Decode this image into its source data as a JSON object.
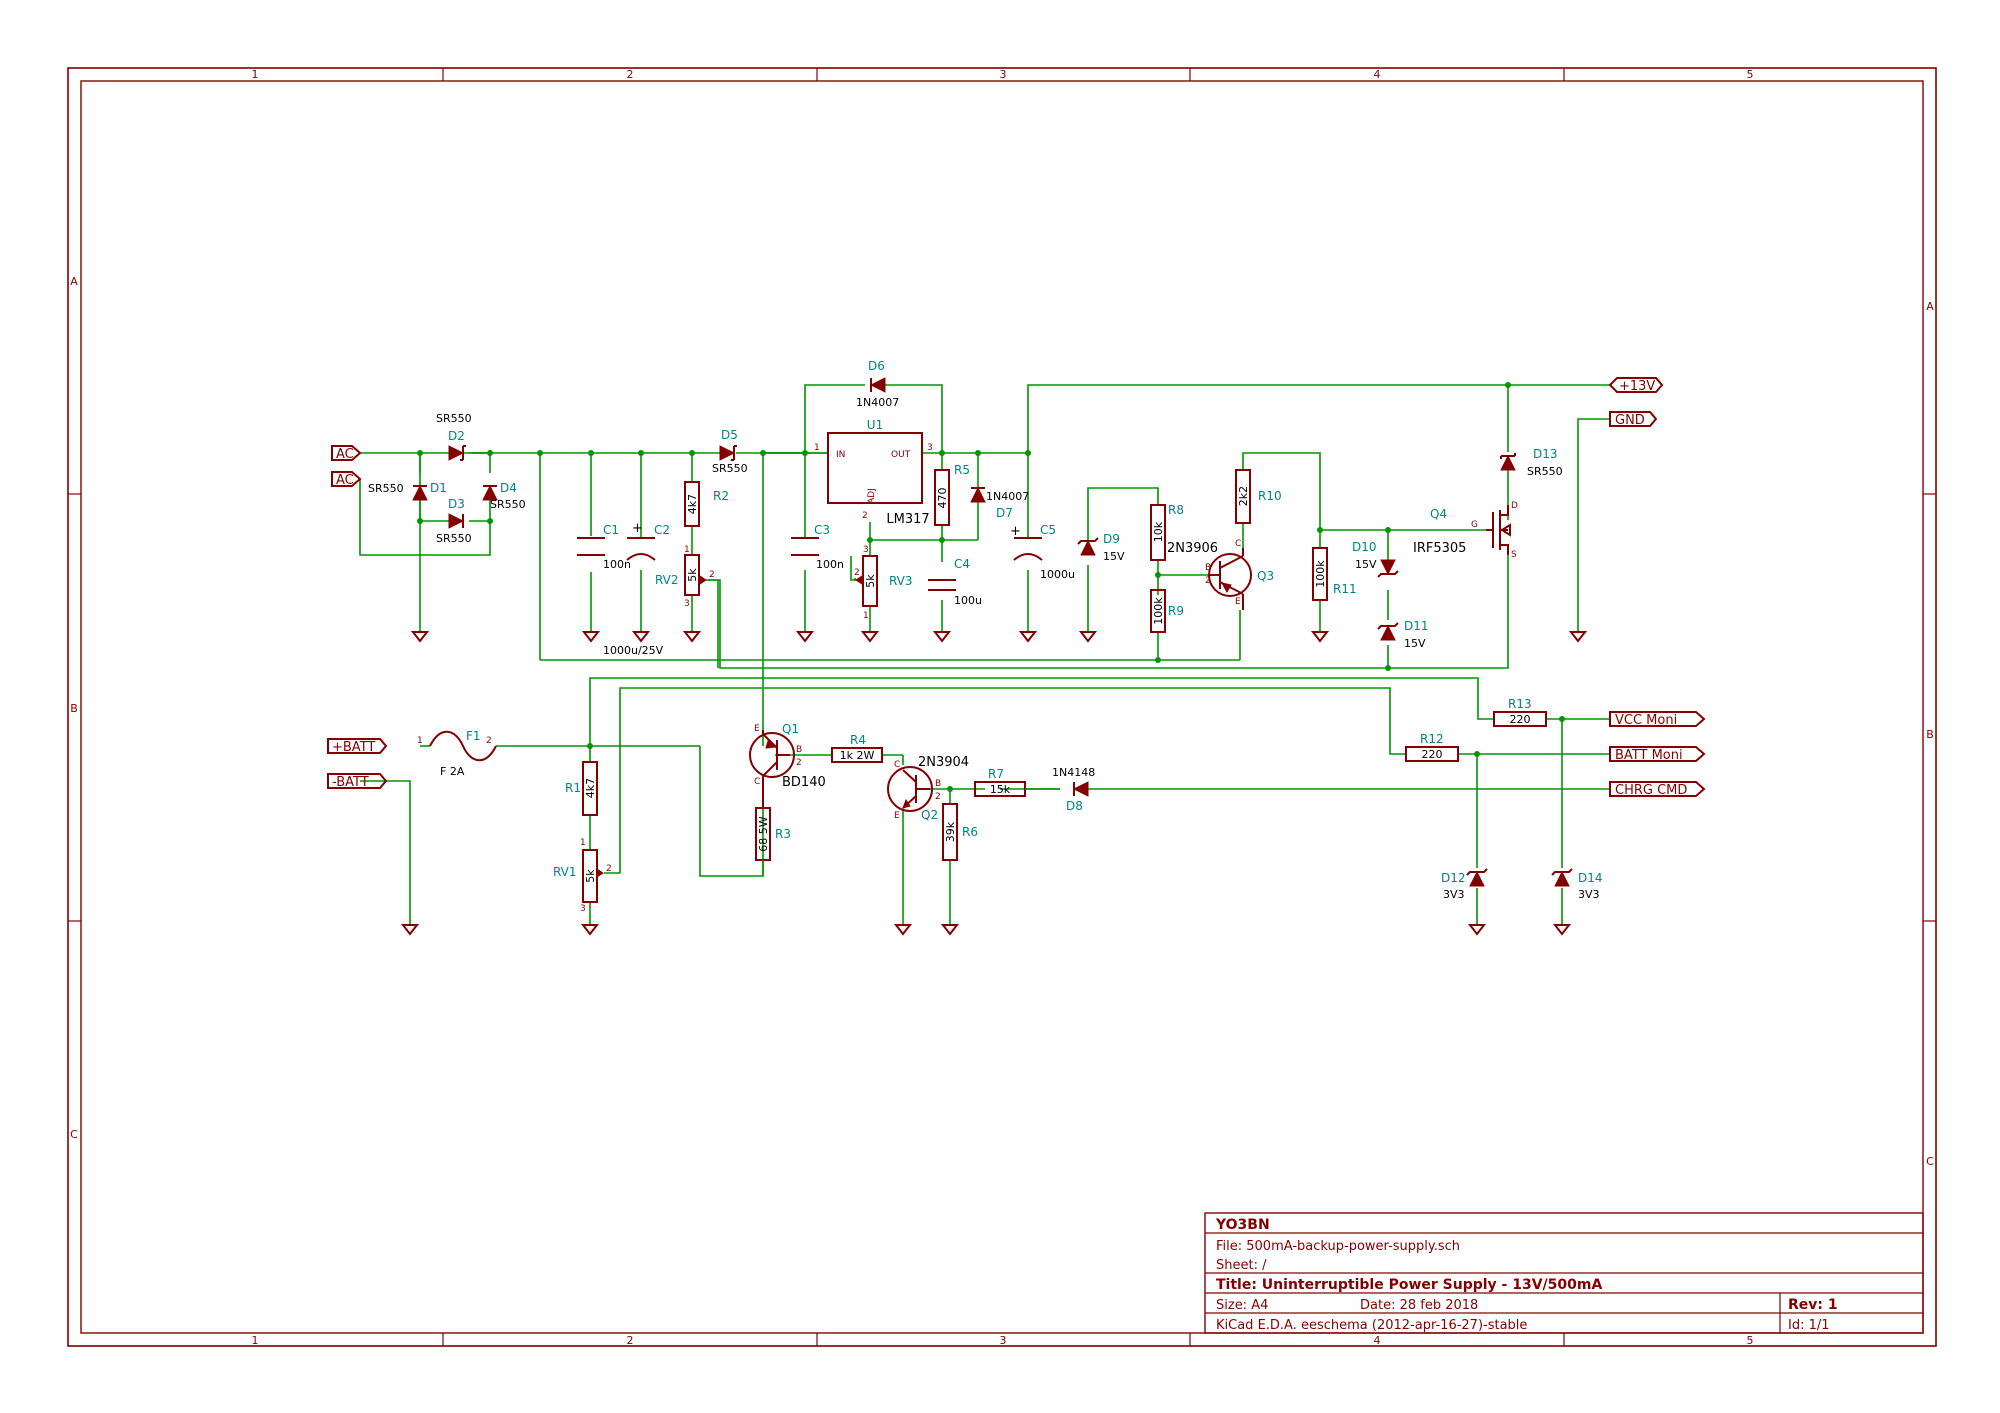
{
  "frame": {
    "columns": [
      "1",
      "2",
      "3",
      "4",
      "5"
    ],
    "rows": [
      "A",
      "B",
      "C"
    ]
  },
  "title_block": {
    "company": "YO3BN",
    "file": "File: 500mA-backup-power-supply.sch",
    "sheet": "Sheet: /",
    "title": "Title: Uninterruptible Power Supply - 13V/500mA",
    "size": "Size: A4",
    "date": "Date: 28 feb 2018",
    "rev": "Rev: 1",
    "tool": "KiCad E.D.A.  eeschema (2012-apr-16-27)-stable",
    "id": "Id: 1/1"
  },
  "labels": {
    "ac1": "AC",
    "ac2": "AC",
    "batt_pos": "+BATT",
    "batt_neg": "-BATT",
    "v13": "+13V",
    "gnd": "GND",
    "vcc_moni": "VCC Moni",
    "batt_moni": "BATT Moni",
    "chrg_cmd": "CHRG CMD"
  },
  "components": {
    "d1": {
      "ref": "D1",
      "value": "SR550"
    },
    "d2": {
      "ref": "D2",
      "value": "SR550"
    },
    "d3": {
      "ref": "D3",
      "value": "SR550"
    },
    "d4": {
      "ref": "D4",
      "value": "SR550"
    },
    "d5": {
      "ref": "D5",
      "value": "SR550"
    },
    "d6": {
      "ref": "D6",
      "value": "1N4007"
    },
    "d7": {
      "ref": "D7",
      "value": "1N4007"
    },
    "d8": {
      "ref": "D8",
      "value": "1N4148"
    },
    "d9": {
      "ref": "D9",
      "value": "15V"
    },
    "d10": {
      "ref": "D10",
      "value": "15V"
    },
    "d11": {
      "ref": "D11",
      "value": "15V"
    },
    "d12": {
      "ref": "D12",
      "value": "3V3"
    },
    "d13": {
      "ref": "D13",
      "value": "SR550"
    },
    "d14": {
      "ref": "D14",
      "value": "3V3"
    },
    "c1": {
      "ref": "C1",
      "value": "100n"
    },
    "c2": {
      "ref": "C2",
      "value": "1000u/25V"
    },
    "c3": {
      "ref": "C3",
      "value": "100n"
    },
    "c4": {
      "ref": "C4",
      "value": "100u"
    },
    "c5": {
      "ref": "C5",
      "value": "1000u"
    },
    "r1": {
      "ref": "R1",
      "value": "4k7"
    },
    "r2": {
      "ref": "R2",
      "value": "4k7"
    },
    "r3": {
      "ref": "R3",
      "value": "68 5W"
    },
    "r4": {
      "ref": "R4",
      "value": "1k 2W"
    },
    "r5": {
      "ref": "R5",
      "value": "470"
    },
    "r6": {
      "ref": "R6",
      "value": "39k"
    },
    "r7": {
      "ref": "R7",
      "value": "15k"
    },
    "r8": {
      "ref": "R8",
      "value": "10k"
    },
    "r9": {
      "ref": "R9",
      "value": "100k"
    },
    "r10": {
      "ref": "R10",
      "value": "2k2"
    },
    "r11": {
      "ref": "R11",
      "value": "100k"
    },
    "r12": {
      "ref": "R12",
      "value": "220"
    },
    "r13": {
      "ref": "R13",
      "value": "220"
    },
    "rv1": {
      "ref": "RV1",
      "value": "5k"
    },
    "rv2": {
      "ref": "RV2",
      "value": "5k"
    },
    "rv3": {
      "ref": "RV3",
      "value": "5k"
    },
    "u1": {
      "ref": "U1",
      "value": "LM317",
      "pin_in": "IN",
      "pin_out": "OUT",
      "pin_adj": "ADJ"
    },
    "q1": {
      "ref": "Q1",
      "value": "BD140"
    },
    "q2": {
      "ref": "Q2",
      "value": "2N3904"
    },
    "q3": {
      "ref": "Q3",
      "value": "2N3906"
    },
    "q4": {
      "ref": "Q4",
      "value": "IRF5305"
    },
    "f1": {
      "ref": "F1",
      "value": "F 2A"
    }
  },
  "pins": {
    "p1": "1",
    "p2": "2",
    "p3": "3",
    "e": "E",
    "b": "B",
    "c": "C",
    "g": "G",
    "d": "D",
    "s": "S"
  },
  "colors": {
    "component": "#840000",
    "wire": "#009600",
    "reference": "#008484",
    "value": "#000000"
  }
}
